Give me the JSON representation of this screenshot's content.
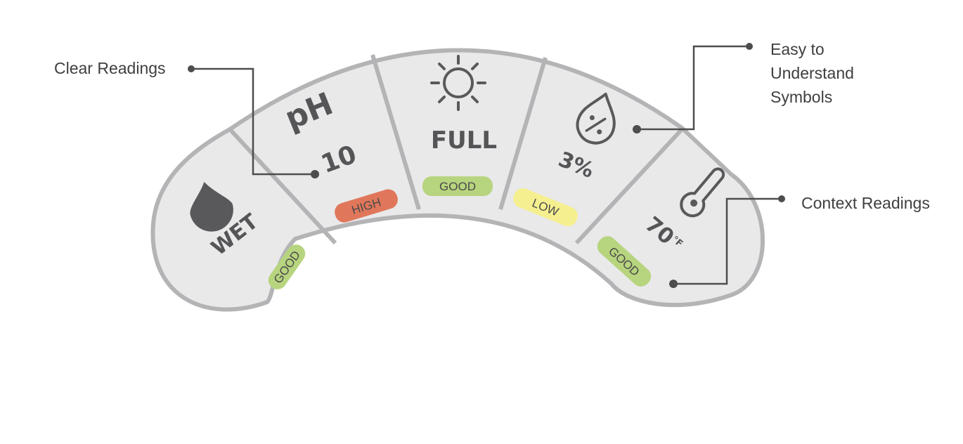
{
  "callouts": {
    "clear_readings": "Clear Readings",
    "easy_symbols_line1": "Easy to",
    "easy_symbols_line2": "Understand",
    "easy_symbols_line3": "Symbols",
    "context_readings": "Context Readings"
  },
  "segments": [
    {
      "id": "moisture",
      "icon": "water-drop-icon",
      "reading": "WET",
      "status": "GOOD",
      "status_color": "#b7d47e"
    },
    {
      "id": "ph",
      "icon": "ph-icon",
      "icon_text": "pH",
      "reading": "10",
      "status": "HIGH",
      "status_color": "#e0775b"
    },
    {
      "id": "light",
      "icon": "sun-icon",
      "reading": "FULL",
      "status": "GOOD",
      "status_color": "#b7d47e"
    },
    {
      "id": "humidity",
      "icon": "humidity-percent-drop-icon",
      "reading": "3%",
      "status": "LOW",
      "status_color": "#f6ef8f"
    },
    {
      "id": "temperature",
      "icon": "thermometer-icon",
      "reading": "70",
      "unit": "°F",
      "status": "GOOD",
      "status_color": "#b7d47e"
    }
  ],
  "colors": {
    "panel_fill": "#e9e9ea",
    "panel_border": "#b4b4b6",
    "leader_line": "#4d4d4d"
  }
}
